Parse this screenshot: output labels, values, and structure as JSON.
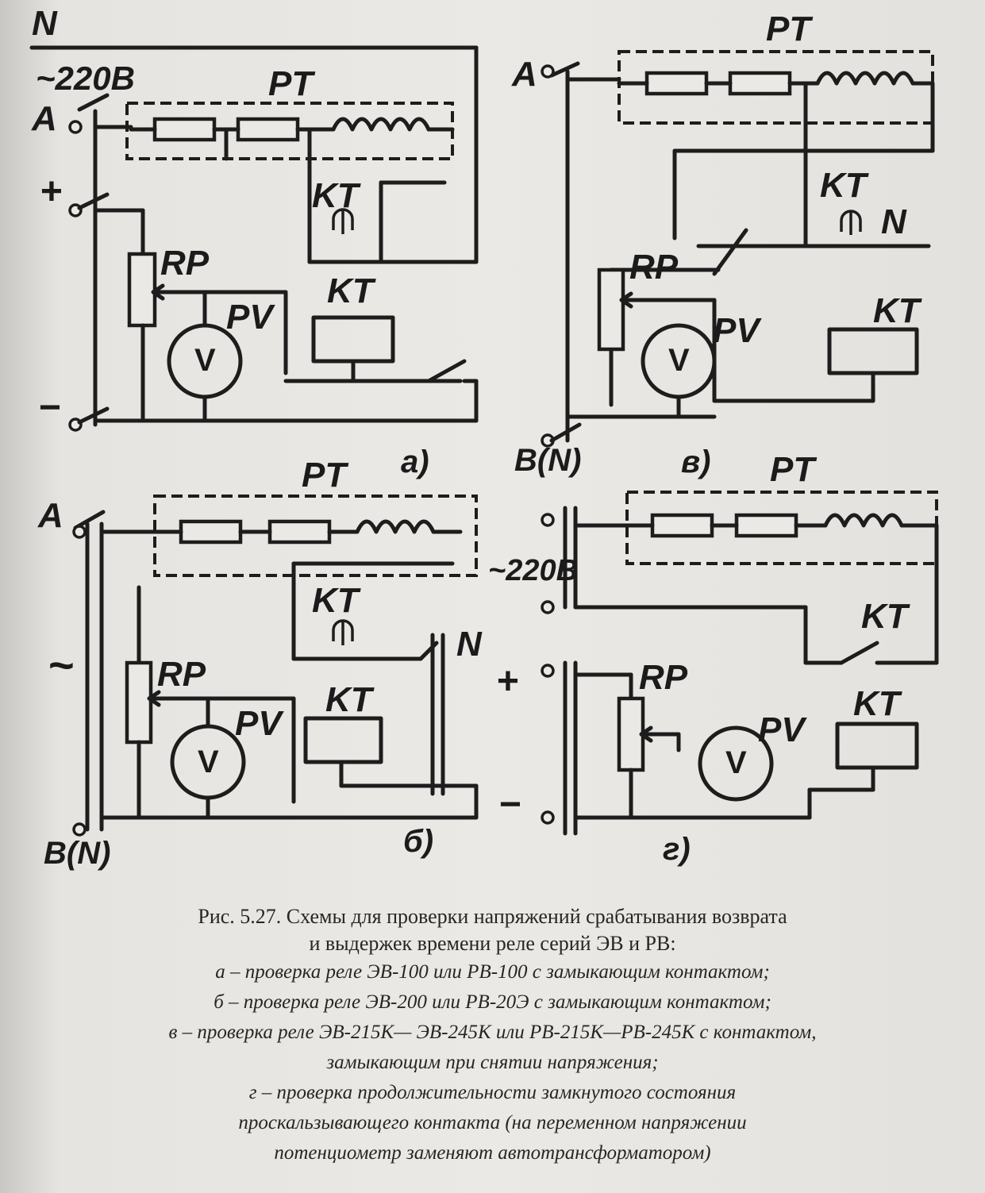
{
  "diagram": {
    "a": {
      "labels": {
        "n": "N",
        "supply": "~220В",
        "a": "A",
        "plus": "+",
        "minus": "−",
        "pt": "PT",
        "kt1": "KT",
        "kt2": "KT",
        "rp": "RP",
        "pv": "PV",
        "meter": "V"
      },
      "sublabel": "а)"
    },
    "b": {
      "labels": {
        "a": "A",
        "tilde": "~",
        "pt": "PT",
        "kt1": "KT",
        "kt2": "KT",
        "n": "N",
        "rp": "RP",
        "pv": "PV",
        "meter": "V",
        "bn": "B(N)"
      },
      "sublabel": "б)"
    },
    "v": {
      "labels": {
        "a": "A",
        "pt": "PT",
        "kt1": "KT",
        "kt2": "KT",
        "n": "N",
        "rp": "RP",
        "pv": "PV",
        "meter": "V",
        "bn": "B(N)"
      },
      "sublabel": "в)"
    },
    "g": {
      "labels": {
        "pt": "PT",
        "supply": "~220В",
        "kt1": "KT",
        "kt2": "KT",
        "plus": "+",
        "minus": "−",
        "rp": "RP",
        "pv": "PV",
        "meter": "V"
      },
      "sublabel": "г)"
    }
  },
  "caption": {
    "title_line1": "Рис. 5.27. Схемы для проверки напряжений срабатывания возврата",
    "title_line2": "и выдержек времени реле серий ЭВ и РВ:",
    "items": [
      "а – проверка реле ЭВ-100 или РВ-100 с замыкающим контактом;",
      "б – проверка реле ЭВ-200 или РВ-20Э с замыкающим контактом;",
      "в – проверка реле ЭВ-215К— ЭВ-245К или РВ-215К—РВ-245К с контактом,",
      "замыкающим при снятии напряжения;",
      "г – проверка продолжительности замкнутого состояния",
      "проскальзывающего контакта (на переменном напряжении",
      "потенциометр заменяют автотрансформатором)"
    ]
  }
}
